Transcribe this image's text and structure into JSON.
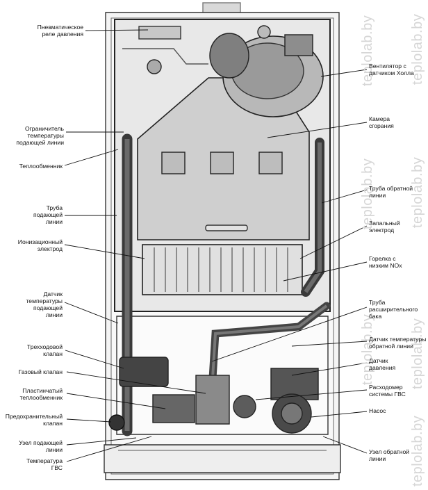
{
  "watermark": "teplolab.by",
  "labels_left": [
    {
      "key": "pressure_relay",
      "text": "Пневматическое\nреле давления"
    },
    {
      "key": "flow_temp_limiter",
      "text": "Ограничитель\nтемпературы\nподающей линии"
    },
    {
      "key": "heat_exchanger",
      "text": "Теплообменник"
    },
    {
      "key": "flow_pipe",
      "text": "Труба\nподающей\nлинии"
    },
    {
      "key": "ionization_electrode",
      "text": "Ионизационный\nэлектрод"
    },
    {
      "key": "flow_temp_sensor",
      "text": "Датчик\nтемпературы\nподающей\nлинии"
    },
    {
      "key": "three_way_valve",
      "text": "Трехходовой\nклапан"
    },
    {
      "key": "gas_valve",
      "text": "Газовый клапан"
    },
    {
      "key": "plate_heat_exchanger",
      "text": "Пластинчатый\nтеплообменник"
    },
    {
      "key": "safety_valve",
      "text": "Предохранительный\nклапан"
    },
    {
      "key": "flow_unit",
      "text": "Узел подающей\nлинии"
    },
    {
      "key": "dhw_temp",
      "text": "Температура\nГВС"
    }
  ],
  "labels_right": [
    {
      "key": "fan_hall",
      "text": "Вентилятор с\nдатчиком Холла"
    },
    {
      "key": "combustion_chamber",
      "text": "Камера\nсгорания"
    },
    {
      "key": "return_pipe",
      "text": "Труба обратной\nлинии"
    },
    {
      "key": "ignition_electrode",
      "text": "Запальный\nэлектрод"
    },
    {
      "key": "low_nox_burner",
      "text": "Горелка с\nнизким NOx"
    },
    {
      "key": "expansion_pipe",
      "text": "Труба\nрасширительного\nбака"
    },
    {
      "key": "return_temp_sensor",
      "text": "Датчик температуры\nобратной линии"
    },
    {
      "key": "pressure_sensor",
      "text": "Датчик\nдавления"
    },
    {
      "key": "dhw_flowmeter",
      "text": "Расходомер\nсистемы ГВС"
    },
    {
      "key": "pump",
      "text": "Насос"
    },
    {
      "key": "return_unit",
      "text": "Узел обратной\nлинии"
    }
  ]
}
